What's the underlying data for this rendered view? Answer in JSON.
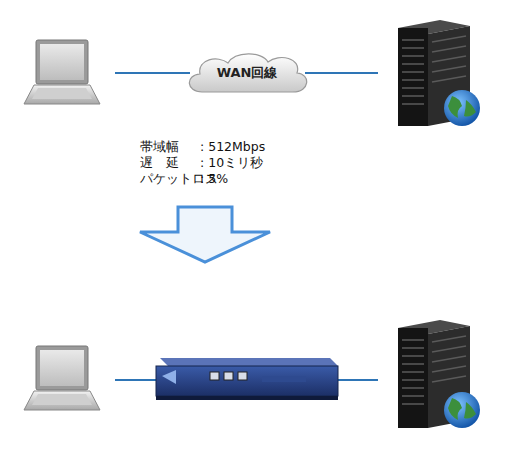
{
  "diagram": {
    "nodes": [
      {
        "text": [
          "WAN回線"
        ]
      }
    ],
    "labels": [
      "帯域幅",
      ": 512Mbps",
      "遅　延",
      ": 10ミリ秒",
      "パケットロス",
      ": 5%"
    ]
  }
}
